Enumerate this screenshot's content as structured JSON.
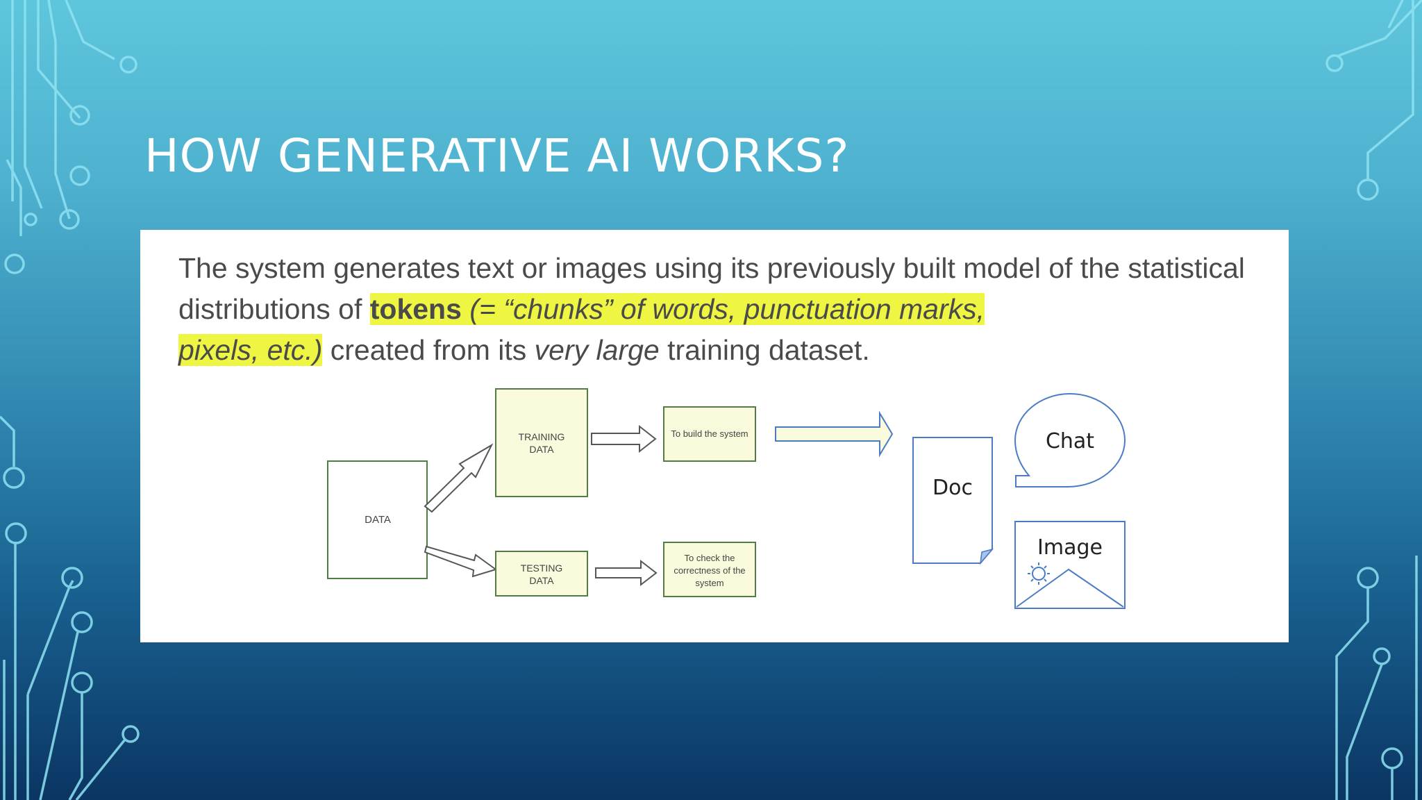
{
  "slide": {
    "title": "HOW GENERATIVE AI WORKS?"
  },
  "paragraph": {
    "part1": "The system generates text or images using its previously built model of the statistical distributions of ",
    "tokens": "tokens",
    "tokens_def_line1": " (= “chunks” of words, punctuation marks,",
    "tokens_def_line2": "pixels, etc.)",
    "part2": " created from its ",
    "very_large": "very large",
    "part3": " training dataset."
  },
  "diagram": {
    "data_label": "DATA",
    "training_line1": "TRAINING",
    "training_line2": "DATA",
    "testing_line1": "TESTING",
    "testing_line2": "DATA",
    "build_label": "To build the system",
    "check_line1": "To check the",
    "check_line2": "correctness of the",
    "check_line3": "system",
    "doc_label": "Doc",
    "chat_label": "Chat",
    "image_label": "Image"
  },
  "colors": {
    "highlight": "#eef542",
    "box_fill_yellow": "#fafbdc",
    "box_stroke_green": "#4f7d43",
    "output_stroke_blue": "#4a7bc4"
  }
}
